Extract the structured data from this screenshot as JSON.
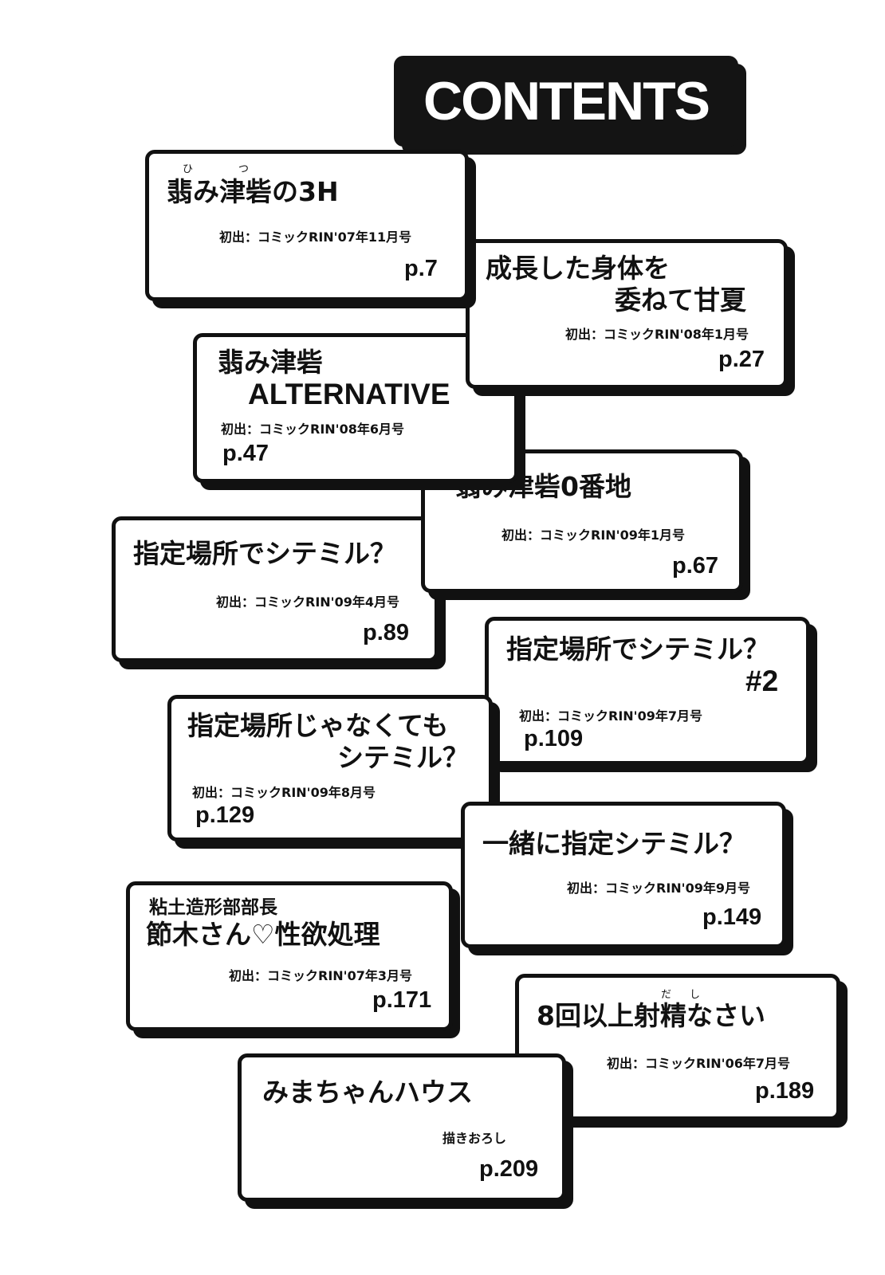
{
  "header": {
    "title": "CONTENTS"
  },
  "entries": [
    {
      "title": "翡み津砦の3H",
      "ruby": [
        "ひ",
        "つ"
      ],
      "first": "初出：コミックRIN'07年11月号",
      "page": "p.7"
    },
    {
      "title_line1": "成長した身体を",
      "title_line2": "委ねて甘夏",
      "first": "初出：コミックRIN'08年1月号",
      "page": "p.27"
    },
    {
      "title_line1": "翡み津砦",
      "title_line2": "ALTERNATIVE",
      "first": "初出：コミックRIN'08年6月号",
      "page": "p.47"
    },
    {
      "title": "翡み津砦0番地",
      "first": "初出：コミックRIN'09年1月号",
      "page": "p.67"
    },
    {
      "title": "指定場所でシテミル？",
      "first": "初出：コミックRIN'09年4月号",
      "page": "p.89"
    },
    {
      "title_line1": "指定場所でシテミル？",
      "title_line2": "#2",
      "first": "初出：コミックRIN'09年7月号",
      "page": "p.109"
    },
    {
      "title_line1": "指定場所じゃなくても",
      "title_line2": "シテミル？",
      "first": "初出：コミックRIN'09年8月号",
      "page": "p.129"
    },
    {
      "title": "一緒に指定シテミル？",
      "first": "初出：コミックRIN'09年9月号",
      "page": "p.149"
    },
    {
      "subtitle": "粘土造形部部長",
      "title": "節木さん♡性欲処理",
      "first": "初出：コミックRIN'07年3月号",
      "page": "p.171"
    },
    {
      "title": "8回以上射精なさい",
      "ruby": [
        "だ",
        "し"
      ],
      "first": "初出：コミックRIN'06年7月号",
      "page": "p.189"
    },
    {
      "title": "みまちゃんハウス",
      "first": "描きおろし",
      "page": "p.209"
    }
  ]
}
